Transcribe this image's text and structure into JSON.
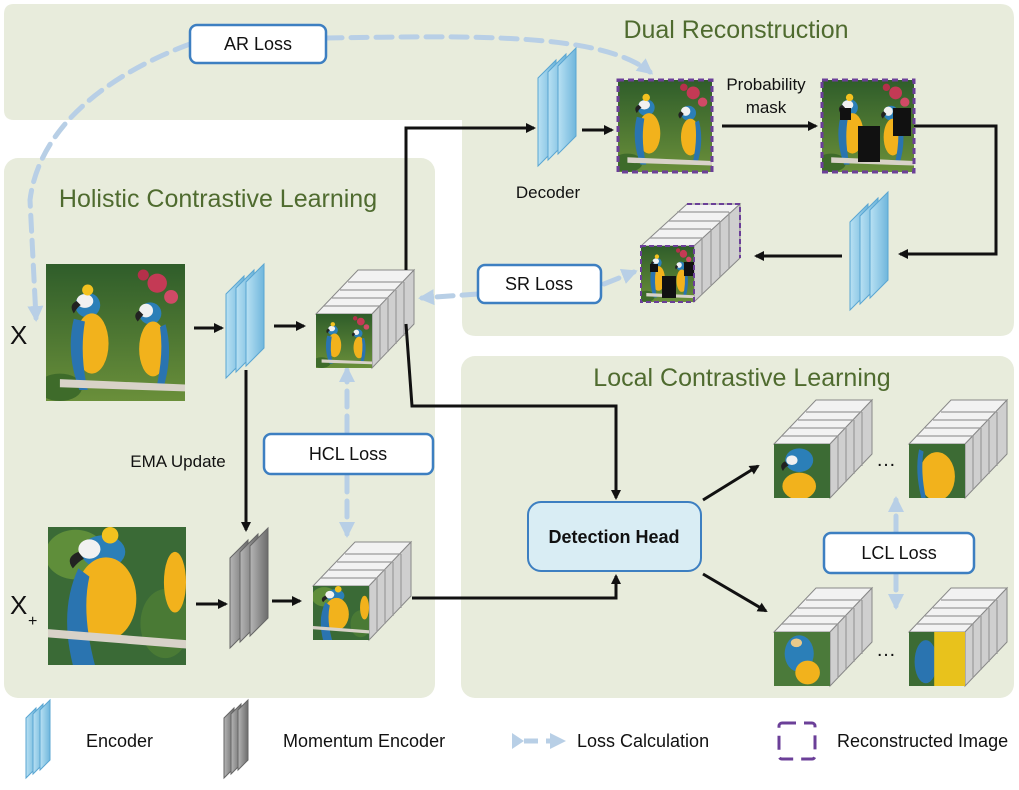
{
  "panels": {
    "dual": "Dual Reconstruction",
    "holistic": "Holistic Contrastive Learning",
    "local": "Local Contrastive Learning"
  },
  "losses": {
    "ar": "AR Loss",
    "sr": "SR Loss",
    "hcl": "HCL Loss",
    "lcl": "LCL Loss"
  },
  "labels": {
    "decoder": "Decoder",
    "prob_line1": "Probability",
    "prob_line2": "mask",
    "ema": "EMA Update",
    "detection_head": "Detection Head",
    "input_x": "X",
    "input_xplus": "X",
    "input_xplus_sub": "+",
    "ellipsis_top": "…",
    "ellipsis_bottom": "…"
  },
  "legend": {
    "encoder": "Encoder",
    "momentum": "Momentum Encoder",
    "loss": "Loss Calculation",
    "recon": "Reconstructed Image"
  },
  "colors": {
    "panel_bg": "#e8ecdc",
    "panel_title": "#4f6b2f",
    "loss_border": "#3d7fc1",
    "loss_arrow": "#b8cfe6",
    "encoder_blue": "#8fcbe8",
    "momentum_gray": "#8a8a8a",
    "recon_border": "#6b3f98",
    "detection_fill": "#d9edf4"
  }
}
